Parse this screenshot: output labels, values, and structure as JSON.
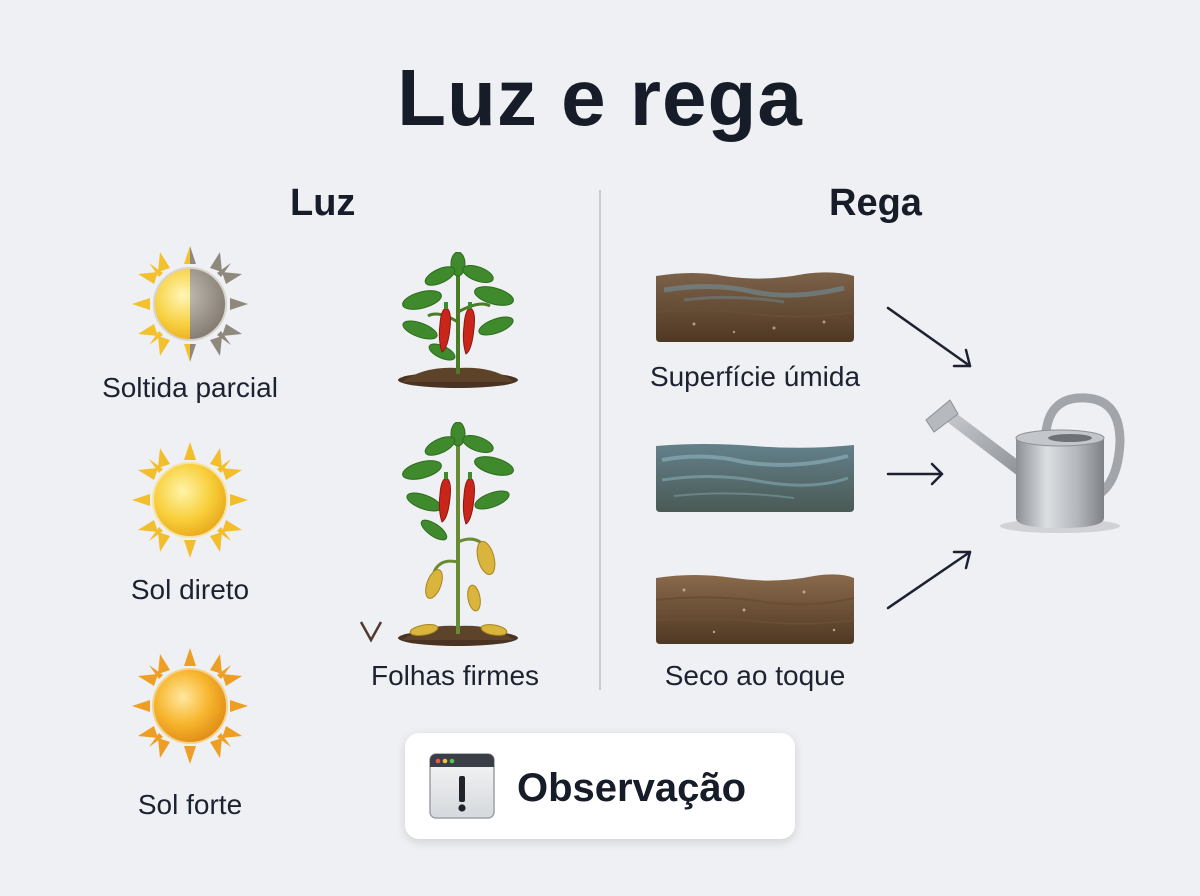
{
  "title": "Luz e rega",
  "luz": {
    "heading": "Luz",
    "items": [
      {
        "label": "Soltida parcial",
        "icon": "half-shade-sun-icon"
      },
      {
        "label": "Sol direto",
        "icon": "sun-icon"
      },
      {
        "label": "Sol forte",
        "icon": "strong-sun-icon"
      }
    ],
    "plant_label": "Folhas firmes",
    "plants": [
      "healthy-pepper-plant-icon",
      "stressed-pepper-plant-icon"
    ]
  },
  "rega": {
    "heading": "Rega",
    "soils": [
      {
        "label": "Superfície úmida",
        "icon": "damp-surface-soil-icon"
      },
      {
        "label": "",
        "icon": "wet-soil-icon"
      },
      {
        "label": "Seco ao toque",
        "icon": "dry-soil-icon"
      }
    ],
    "target_icon": "watering-can-icon"
  },
  "note": {
    "label": "Observação",
    "icon": "warning-window-icon"
  },
  "colors": {
    "background": "#eef0f3",
    "text": "#1c2230",
    "sun_yellow": "#f6c631",
    "sun_orange": "#f0a022",
    "shade_gray": "#9c958b",
    "leaf_green": "#3f8a2c",
    "pepper_red": "#c8251b",
    "soil_brown": "#5e432b",
    "water_blue": "#5f8fa0",
    "can_silver": "#a9acb0"
  }
}
